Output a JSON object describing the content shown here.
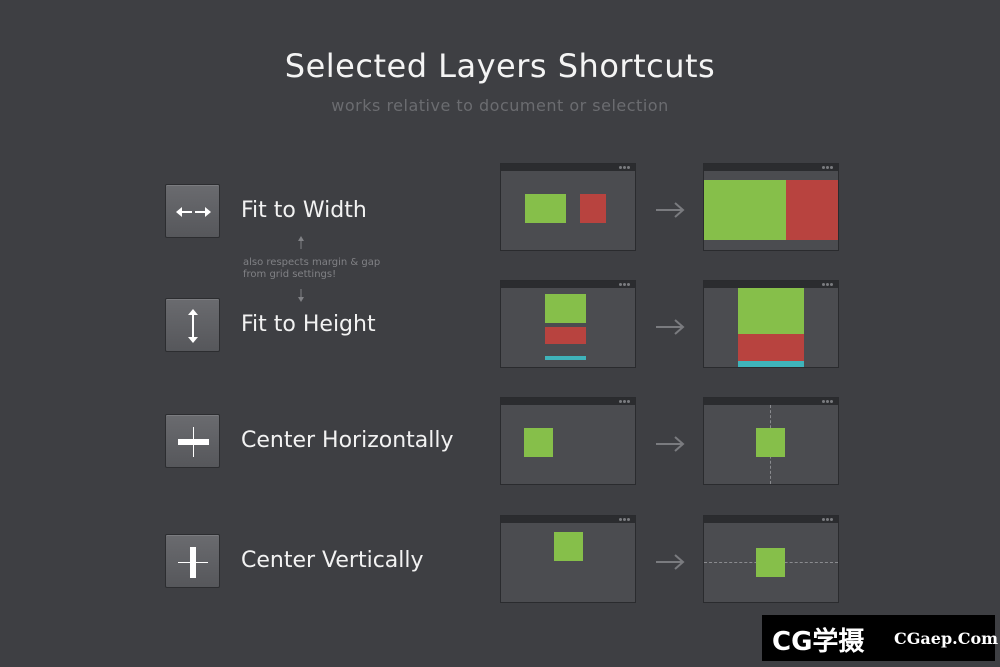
{
  "header": {
    "title": "Selected Layers Shortcuts",
    "subtitle": "works relative to document or selection"
  },
  "note": {
    "line1": "also respects margin & gap",
    "line2": "from grid settings!"
  },
  "shortcuts": [
    {
      "label": "Fit to Width",
      "icon": "arrows-horizontal-icon"
    },
    {
      "label": "Fit to Height",
      "icon": "arrows-vertical-icon"
    },
    {
      "label": "Center Horizontally",
      "icon": "center-horizontal-icon"
    },
    {
      "label": "Center Vertically",
      "icon": "center-vertical-icon"
    }
  ],
  "colors": {
    "background": "#3e3f43",
    "green": "#86bf4a",
    "red": "#b8433f",
    "teal": "#3fb3ba"
  },
  "watermark": {
    "logo": "CG学摄",
    "site": "CGaep.Com"
  }
}
